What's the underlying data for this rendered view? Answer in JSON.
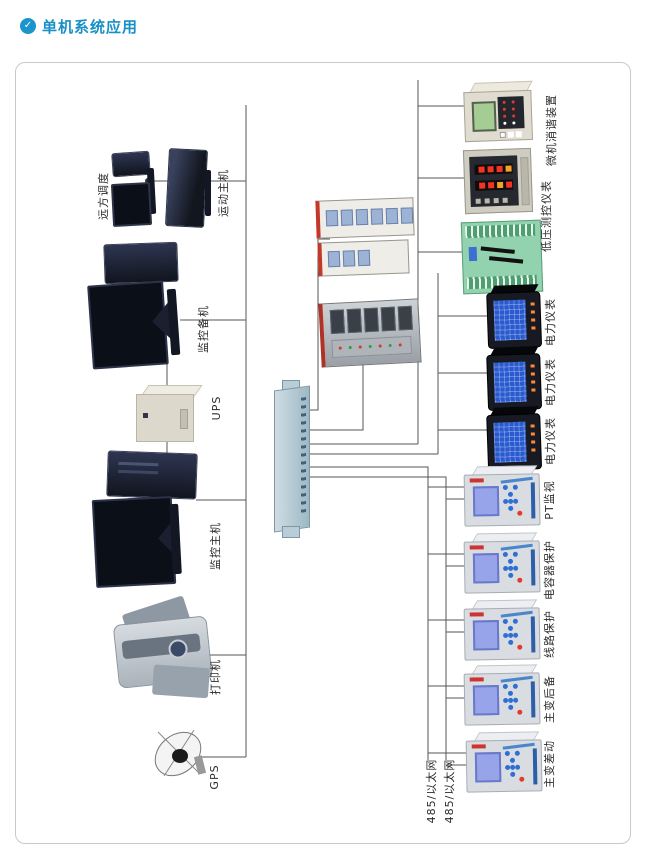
{
  "page": {
    "title": "单机系统应用"
  },
  "diagram": {
    "left_column": [
      {
        "label": "远方调度"
      },
      {
        "label": "运动主机"
      },
      {
        "label": "监控备机"
      },
      {
        "label": "UPS"
      },
      {
        "label": "监控主机"
      },
      {
        "label": "打印机"
      },
      {
        "label": "GPS"
      }
    ],
    "right_column": [
      {
        "label": "微机消谐装置"
      },
      {
        "label": "低压测控仪表"
      },
      {
        "label": "电力仪表"
      },
      {
        "label": "电力仪表"
      },
      {
        "label": "电力仪表"
      },
      {
        "label": "PT监视"
      },
      {
        "label": "电容器保护"
      },
      {
        "label": "线路保护"
      },
      {
        "label": "主变后备"
      },
      {
        "label": "主变差动"
      }
    ],
    "bus_labels": [
      {
        "label": "485/以太网"
      },
      {
        "label": "485/以太网"
      }
    ],
    "colors": {
      "title_blue": "#1890c6",
      "line": "#555555"
    }
  }
}
